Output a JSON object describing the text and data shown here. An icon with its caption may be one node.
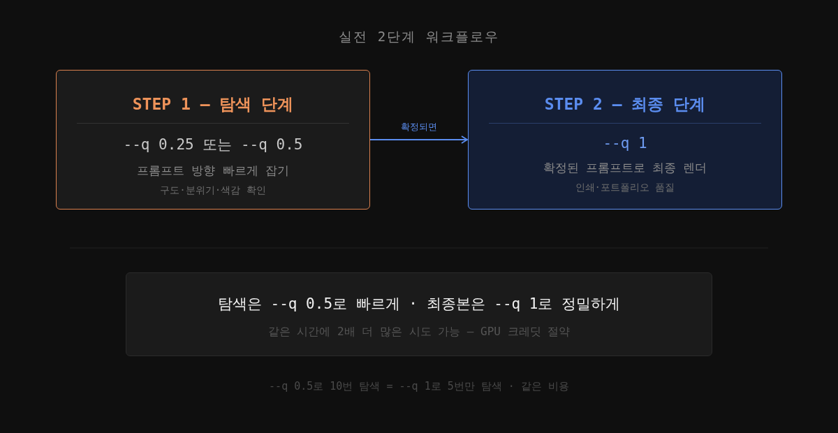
{
  "diagram": {
    "title": "실전 2단계 워크플로우",
    "nodes": [
      {
        "text": [
          "STEP 1 — 탐색 단계",
          "--q 0.25 또는 --q 0.5",
          "프롬프트 방향 빠르게 잡기",
          "구도·분위기·색감 확인"
        ]
      },
      {
        "text": [
          "STEP 2 — 최종 단계",
          "--q 1",
          "확정된 프롬프트로 최종 렌더",
          "인쇄·포트폴리오 품질"
        ]
      },
      {
        "text": [
          "탐색은 --q 0.5로 빠르게 · 최종본은 --q 1로 정밀하게",
          "같은 시간에 2배 더 많은 시도 가능 — GPU 크레딧 절약"
        ]
      }
    ],
    "edges": [
      {
        "from": 0,
        "to": 1,
        "arrow": "to",
        "label": "확정되면"
      }
    ],
    "labels": [
      "--q 0.5로 10번 탐색 = --q 1로 5번만 탐색 · 같은 비용"
    ]
  }
}
